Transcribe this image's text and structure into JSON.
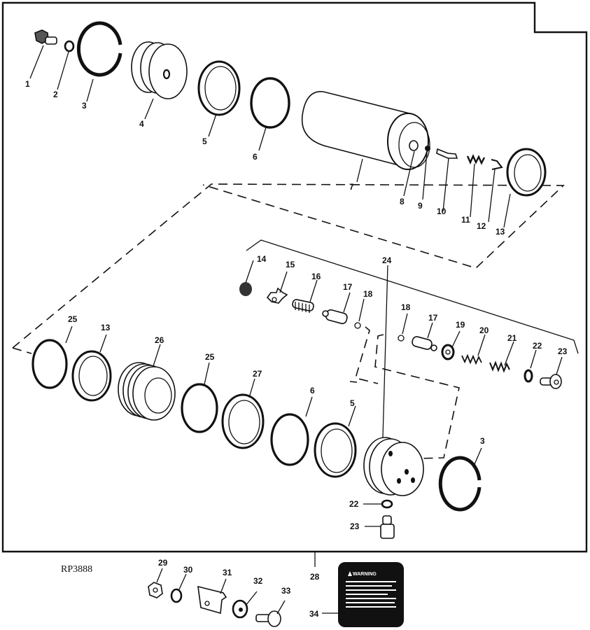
{
  "figure": {
    "reference_code": "RP3888",
    "warning_label_text": "WARNING",
    "colors": {
      "ink": "#111111",
      "paper": "#ffffff"
    }
  },
  "callouts": [
    {
      "id": "c1",
      "text": "1"
    },
    {
      "id": "c2",
      "text": "2"
    },
    {
      "id": "c3",
      "text": "3"
    },
    {
      "id": "c4",
      "text": "4"
    },
    {
      "id": "c5",
      "text": "5"
    },
    {
      "id": "c6",
      "text": "6"
    },
    {
      "id": "c7",
      "text": "7"
    },
    {
      "id": "c8",
      "text": "8"
    },
    {
      "id": "c9",
      "text": "9"
    },
    {
      "id": "c10",
      "text": "10"
    },
    {
      "id": "c11",
      "text": "11"
    },
    {
      "id": "c12",
      "text": "12"
    },
    {
      "id": "c13",
      "text": "13"
    },
    {
      "id": "c14",
      "text": "14"
    },
    {
      "id": "c15",
      "text": "15"
    },
    {
      "id": "c16",
      "text": "16"
    },
    {
      "id": "c17",
      "text": "17"
    },
    {
      "id": "c18",
      "text": "18"
    },
    {
      "id": "c24",
      "text": "24"
    },
    {
      "id": "c18b",
      "text": "18"
    },
    {
      "id": "c17b",
      "text": "17"
    },
    {
      "id": "c19",
      "text": "19"
    },
    {
      "id": "c20",
      "text": "20"
    },
    {
      "id": "c21",
      "text": "21"
    },
    {
      "id": "c22",
      "text": "22"
    },
    {
      "id": "c23",
      "text": "23"
    },
    {
      "id": "c25",
      "text": "25"
    },
    {
      "id": "c13b",
      "text": "13"
    },
    {
      "id": "c26",
      "text": "26"
    },
    {
      "id": "c25b",
      "text": "25"
    },
    {
      "id": "c27",
      "text": "27"
    },
    {
      "id": "c6b",
      "text": "6"
    },
    {
      "id": "c5b",
      "text": "5"
    },
    {
      "id": "c3b",
      "text": "3"
    },
    {
      "id": "c22b",
      "text": "22"
    },
    {
      "id": "c23b",
      "text": "23"
    },
    {
      "id": "c28",
      "text": "28"
    },
    {
      "id": "c29",
      "text": "29"
    },
    {
      "id": "c30",
      "text": "30"
    },
    {
      "id": "c31",
      "text": "31"
    },
    {
      "id": "c32",
      "text": "32"
    },
    {
      "id": "c33",
      "text": "33"
    },
    {
      "id": "c34",
      "text": "34"
    }
  ]
}
